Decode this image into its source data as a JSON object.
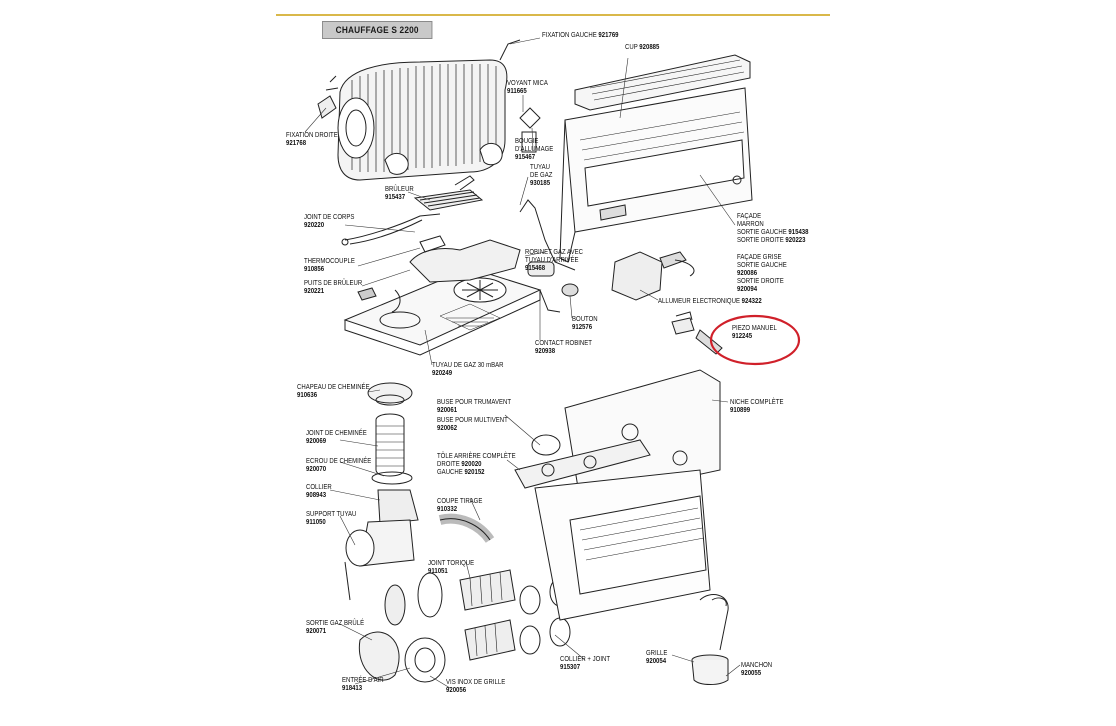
{
  "title": "CHAUFFAGE S 2200",
  "labels": {
    "fixation_gauche": {
      "text": "FIXATION GAUCHE",
      "code": "921769"
    },
    "cup": {
      "text": "CUP",
      "code": "920885"
    },
    "voyant_mica": {
      "text": "VOYANT MICA",
      "code": "911665"
    },
    "fixation_droite": {
      "text": "FIXATION DROITE",
      "code": "921768"
    },
    "bougie": {
      "line1": "BOUGIE",
      "line2": "D'ALLUMAGE",
      "code": "915467"
    },
    "tuyau_de_gaz": {
      "line1": "TUYAU",
      "line2": "DE GAZ",
      "code": "930185"
    },
    "bruleur": {
      "text": "BRÛLEUR",
      "code": "915437"
    },
    "joint_de_corps": {
      "text": "JOINT DE CORPS",
      "code": "920220"
    },
    "facade_marron": {
      "line1": "FAÇADE",
      "line2": "MARRON",
      "row1": "SORTIE GAUCHE",
      "code1": "915438",
      "row2": "SORTIE DROITE",
      "code2": "920223"
    },
    "robinet": {
      "line1": "ROBINET GAZ AVEC",
      "line2": "TUYAU D'ARRIVÉE",
      "code": "915468"
    },
    "thermocouple": {
      "text": "THERMOCOUPLE",
      "code": "910856"
    },
    "facade_grise": {
      "line1": "FAÇADE GRISE",
      "line2": "SORTIE GAUCHE",
      "code1": "920086",
      "line3": "SORTIE DROITE",
      "code2": "920094"
    },
    "puits_de_bruleur": {
      "text": "PUITS DE BRÛLEUR",
      "code": "920221"
    },
    "allumeur": {
      "text": "ALLUMEUR ELECTRONIQUE",
      "code": "924322"
    },
    "bouton": {
      "text": "BOUTON",
      "code": "912576"
    },
    "piezo": {
      "text": "PIEZO MANUEL",
      "code": "912245"
    },
    "contact_robinet": {
      "text": "CONTACT ROBINET",
      "code": "920938"
    },
    "tuyau_30": {
      "text": "TUYAU DE GAZ 30 mBAR",
      "code": "920249"
    },
    "chapeau": {
      "text": "CHAPEAU DE CHEMINÉE",
      "code": "910636"
    },
    "buse_trumavent": {
      "text": "BUSE POUR TRUMAVENT",
      "code": "920061"
    },
    "buse_multivent": {
      "text": "BUSE POUR MULTIVENT",
      "code": "920062"
    },
    "niche": {
      "text": "NICHE COMPLÈTE",
      "code": "910899"
    },
    "joint_cheminee": {
      "text": "JOINT DE CHEMINÉE",
      "code": "920069"
    },
    "ecrou": {
      "text": "ECROU DE CHEMINÉE",
      "code": "920070"
    },
    "tole": {
      "line1": "TÔLE ARRIÈRE COMPLÈTE",
      "line2": "DROITE",
      "code1": "920020",
      "line3": "GAUCHE",
      "code2": "920152"
    },
    "collier": {
      "text": "COLLIER",
      "code": "908943"
    },
    "coupe_tirage": {
      "text": "COUPE TIRAGE",
      "code": "910332"
    },
    "support_tuyau": {
      "text": "SUPPORT TUYAU",
      "code": "911050"
    },
    "joint_torique": {
      "text": "JOINT TORIQUE",
      "code": "911051"
    },
    "sortie_gaz": {
      "text": "SORTIE GAZ BRÛLÉ",
      "code": "920071"
    },
    "collier_joint": {
      "text": "COLLIER + JOINT",
      "code": "915307"
    },
    "grille": {
      "text": "GRILLE",
      "code": "920054"
    },
    "manchon": {
      "text": "MANCHON",
      "code": "920055"
    },
    "entree_air": {
      "text": "ENTRÉE D'AIR",
      "code": "918413"
    },
    "vis_inox": {
      "text": "VIS INOX DE GRILLE",
      "code": "920056"
    }
  },
  "colors": {
    "accent_line": "#d9b84a",
    "highlight_circle": "#d0202a",
    "title_bg": "#c9c9c9"
  }
}
